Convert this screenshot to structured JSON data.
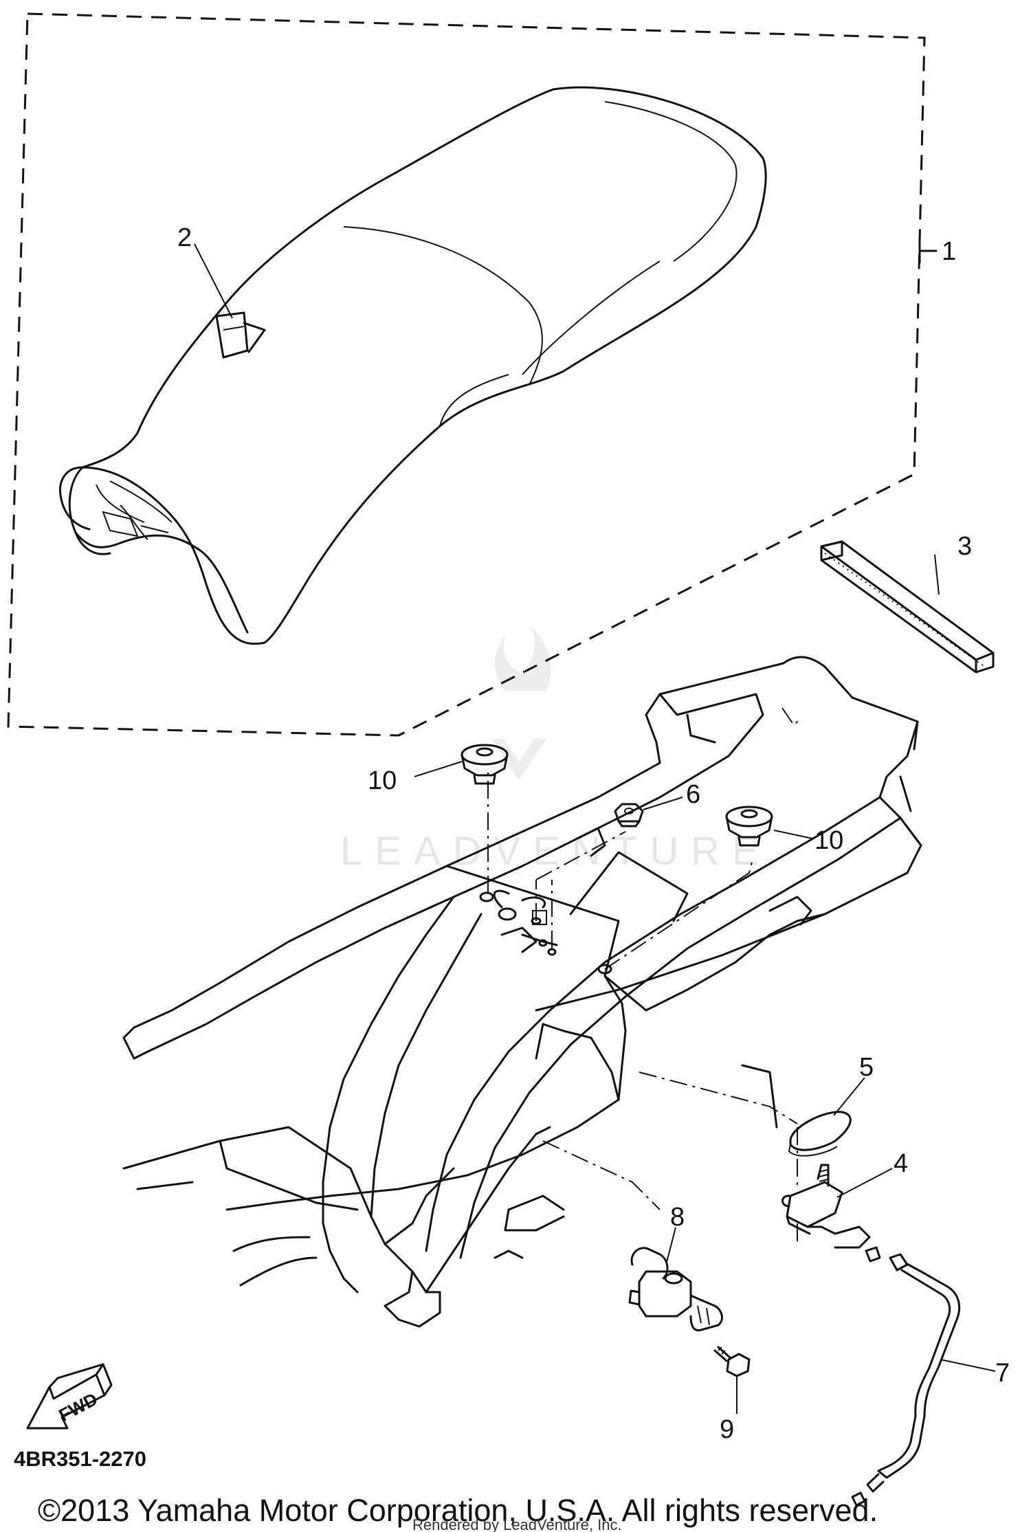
{
  "diagram": {
    "callouts": [
      "1",
      "2",
      "3",
      "4",
      "5",
      "6",
      "7",
      "8",
      "9",
      "10",
      "10"
    ],
    "fwd_label": "FWD",
    "diagram_code": "4BR351-2270",
    "watermark": "LEADVENTURE",
    "copyright": "©2013 Yamaha Motor Corporation, U.S.A. All rights reserved.",
    "rendered_by": "Rendered by LeadVenture, Inc."
  }
}
